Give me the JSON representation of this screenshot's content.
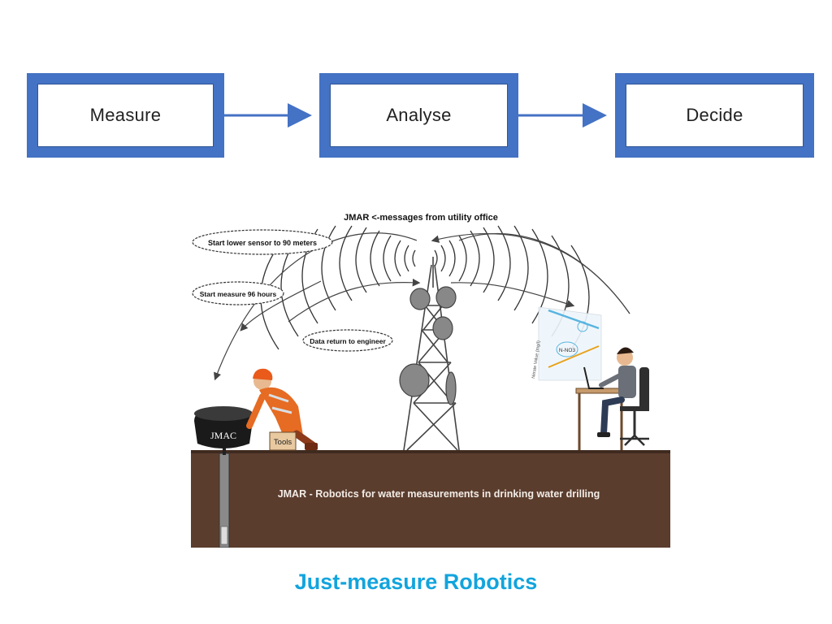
{
  "process": {
    "steps": [
      {
        "label": "Measure"
      },
      {
        "label": "Analyse"
      },
      {
        "label": "Decide"
      }
    ],
    "box_border_color": "#4472c4",
    "arrow_color": "#4472c4"
  },
  "scene": {
    "header": "JMAR <-messages from utility office",
    "bubbles": {
      "lower_sensor": "Start lower sensor to 90 meters",
      "measure_hours": "Start measure 96 hours",
      "data_return": "Data return to engineer"
    },
    "device_label": "JMAC",
    "toolbox_label": "Tools",
    "chart_label": "N-NO3",
    "chart_axis_label": "Nitrate Value (mg/l)",
    "ground_caption": "JMAR - Robotics for water measurements in drinking water drilling",
    "ground_color": "#5b3d2e"
  },
  "footer": {
    "title": "Just-measure Robotics",
    "title_color": "#12a4dd"
  }
}
